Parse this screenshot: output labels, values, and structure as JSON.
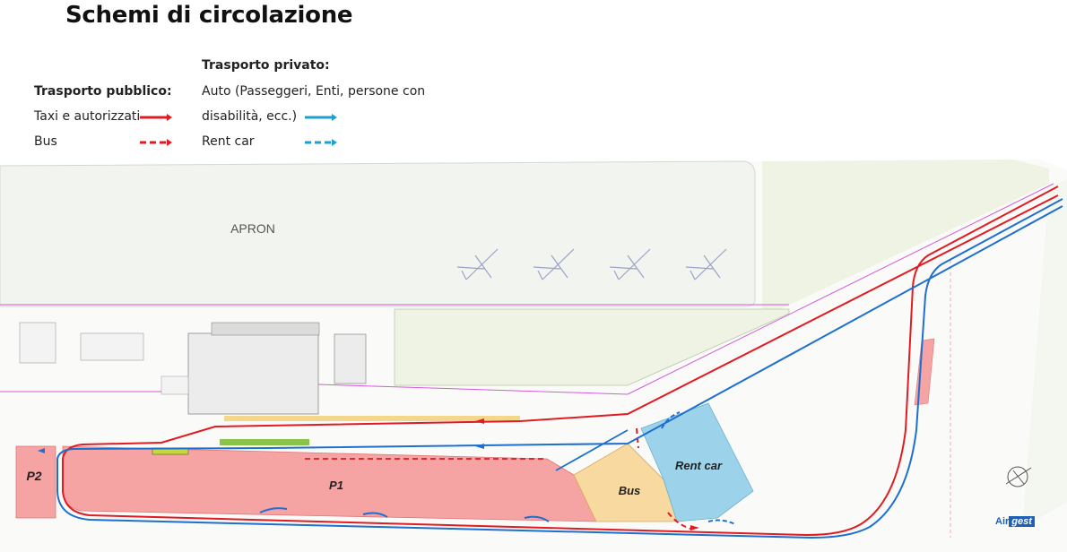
{
  "title": "Schemi di circolazione",
  "legend": {
    "public_heading": "Trasporto pubblico:",
    "taxi_label": "Taxi e autorizzati",
    "bus_label": "Bus",
    "private_heading": "Trasporto privato:",
    "auto_label_line1": "Auto (Passeggeri, Enti, persone con",
    "auto_label_line2": "disabilità, ecc.)",
    "rentcar_label": "Rent car"
  },
  "map": {
    "apron_label": "APRON",
    "zones": {
      "p1": "P1",
      "p2": "P2",
      "bus": "Bus",
      "rent_car": "Rent car"
    }
  },
  "logo": {
    "air": "Air",
    "gest": "gest"
  },
  "colors": {
    "taxi": "#e01b22",
    "auto": "#1e88c8",
    "parking": "#f5a3a3",
    "bus_zone": "#f8d9a0",
    "rentcar_zone": "#9dd3ea",
    "grass": "#eef3e4"
  }
}
